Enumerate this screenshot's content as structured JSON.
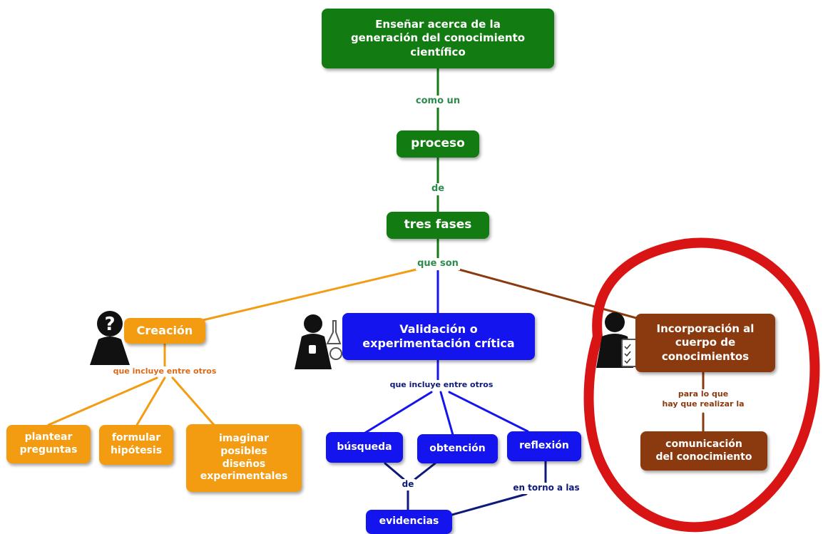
{
  "colors": {
    "green": "#127b12",
    "orange": "#f39c12",
    "blue": "#1414ee",
    "brown": "#8b3a0f",
    "red_highlight": "#d81414",
    "label_green": "#2e8b4e",
    "label_orange": "#d96a17",
    "label_navy": "#0d1a7a",
    "label_brown": "#8b3a0f"
  },
  "nodes": {
    "root": "Enseñar acerca de la\ngeneración del conocimiento\ncientífico",
    "proceso": "proceso",
    "tres_fases": "tres fases",
    "creacion": "Creación",
    "validacion": "Validación o\nexperimentación crítica",
    "incorporacion": "Incorporación al\ncuerpo de\nconocimientos",
    "plantear": "plantear\npreguntas",
    "formular": "formular\nhipótesis",
    "imaginar": "imaginar\nposibles\ndiseños\nexperimentales",
    "busqueda": "búsqueda",
    "obtencion": "obtención",
    "reflexion": "reflexión",
    "evidencias": "evidencias",
    "comunicacion": "comunicación\ndel conocimiento"
  },
  "links": {
    "como_un": "como un",
    "de_1": "de",
    "que_son": "que son",
    "incluye_creacion": "que incluye entre otros",
    "incluye_validacion": "que incluye entre otros",
    "para_lo_que": "para lo que\nhay que realizar la",
    "de_2": "de",
    "en_torno": "en torno a las"
  },
  "icons": {
    "creacion": "person-question-icon",
    "validacion": "person-lab-icon",
    "incorporacion": "person-checklist-icon",
    "highlight": "red-circle-highlight"
  }
}
